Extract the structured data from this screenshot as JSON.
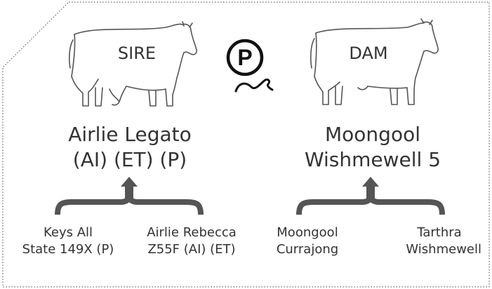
{
  "sire": {
    "tag": "SIRE",
    "name_line1": "Airlie Legato",
    "name_line2": "(AI) (ET) (P)"
  },
  "dam": {
    "tag": "DAM",
    "name_line1": "Moongool",
    "name_line2": "Wishmewell 5"
  },
  "sire_parents": {
    "left_line1": "Keys All",
    "left_line2": "State 149X (P)",
    "right_line1": "Airlie Rebecca",
    "right_line2": "Z55F (AI) (ET)"
  },
  "dam_parents": {
    "left_line1": "Moongool",
    "left_line2": "Currajong",
    "right_line1": "Tarthra",
    "right_line2": "Wishmewell"
  },
  "polled_logo": {
    "letter": "P"
  },
  "colors": {
    "ink": "#333333",
    "brace": "#555555",
    "border": "#666666"
  }
}
